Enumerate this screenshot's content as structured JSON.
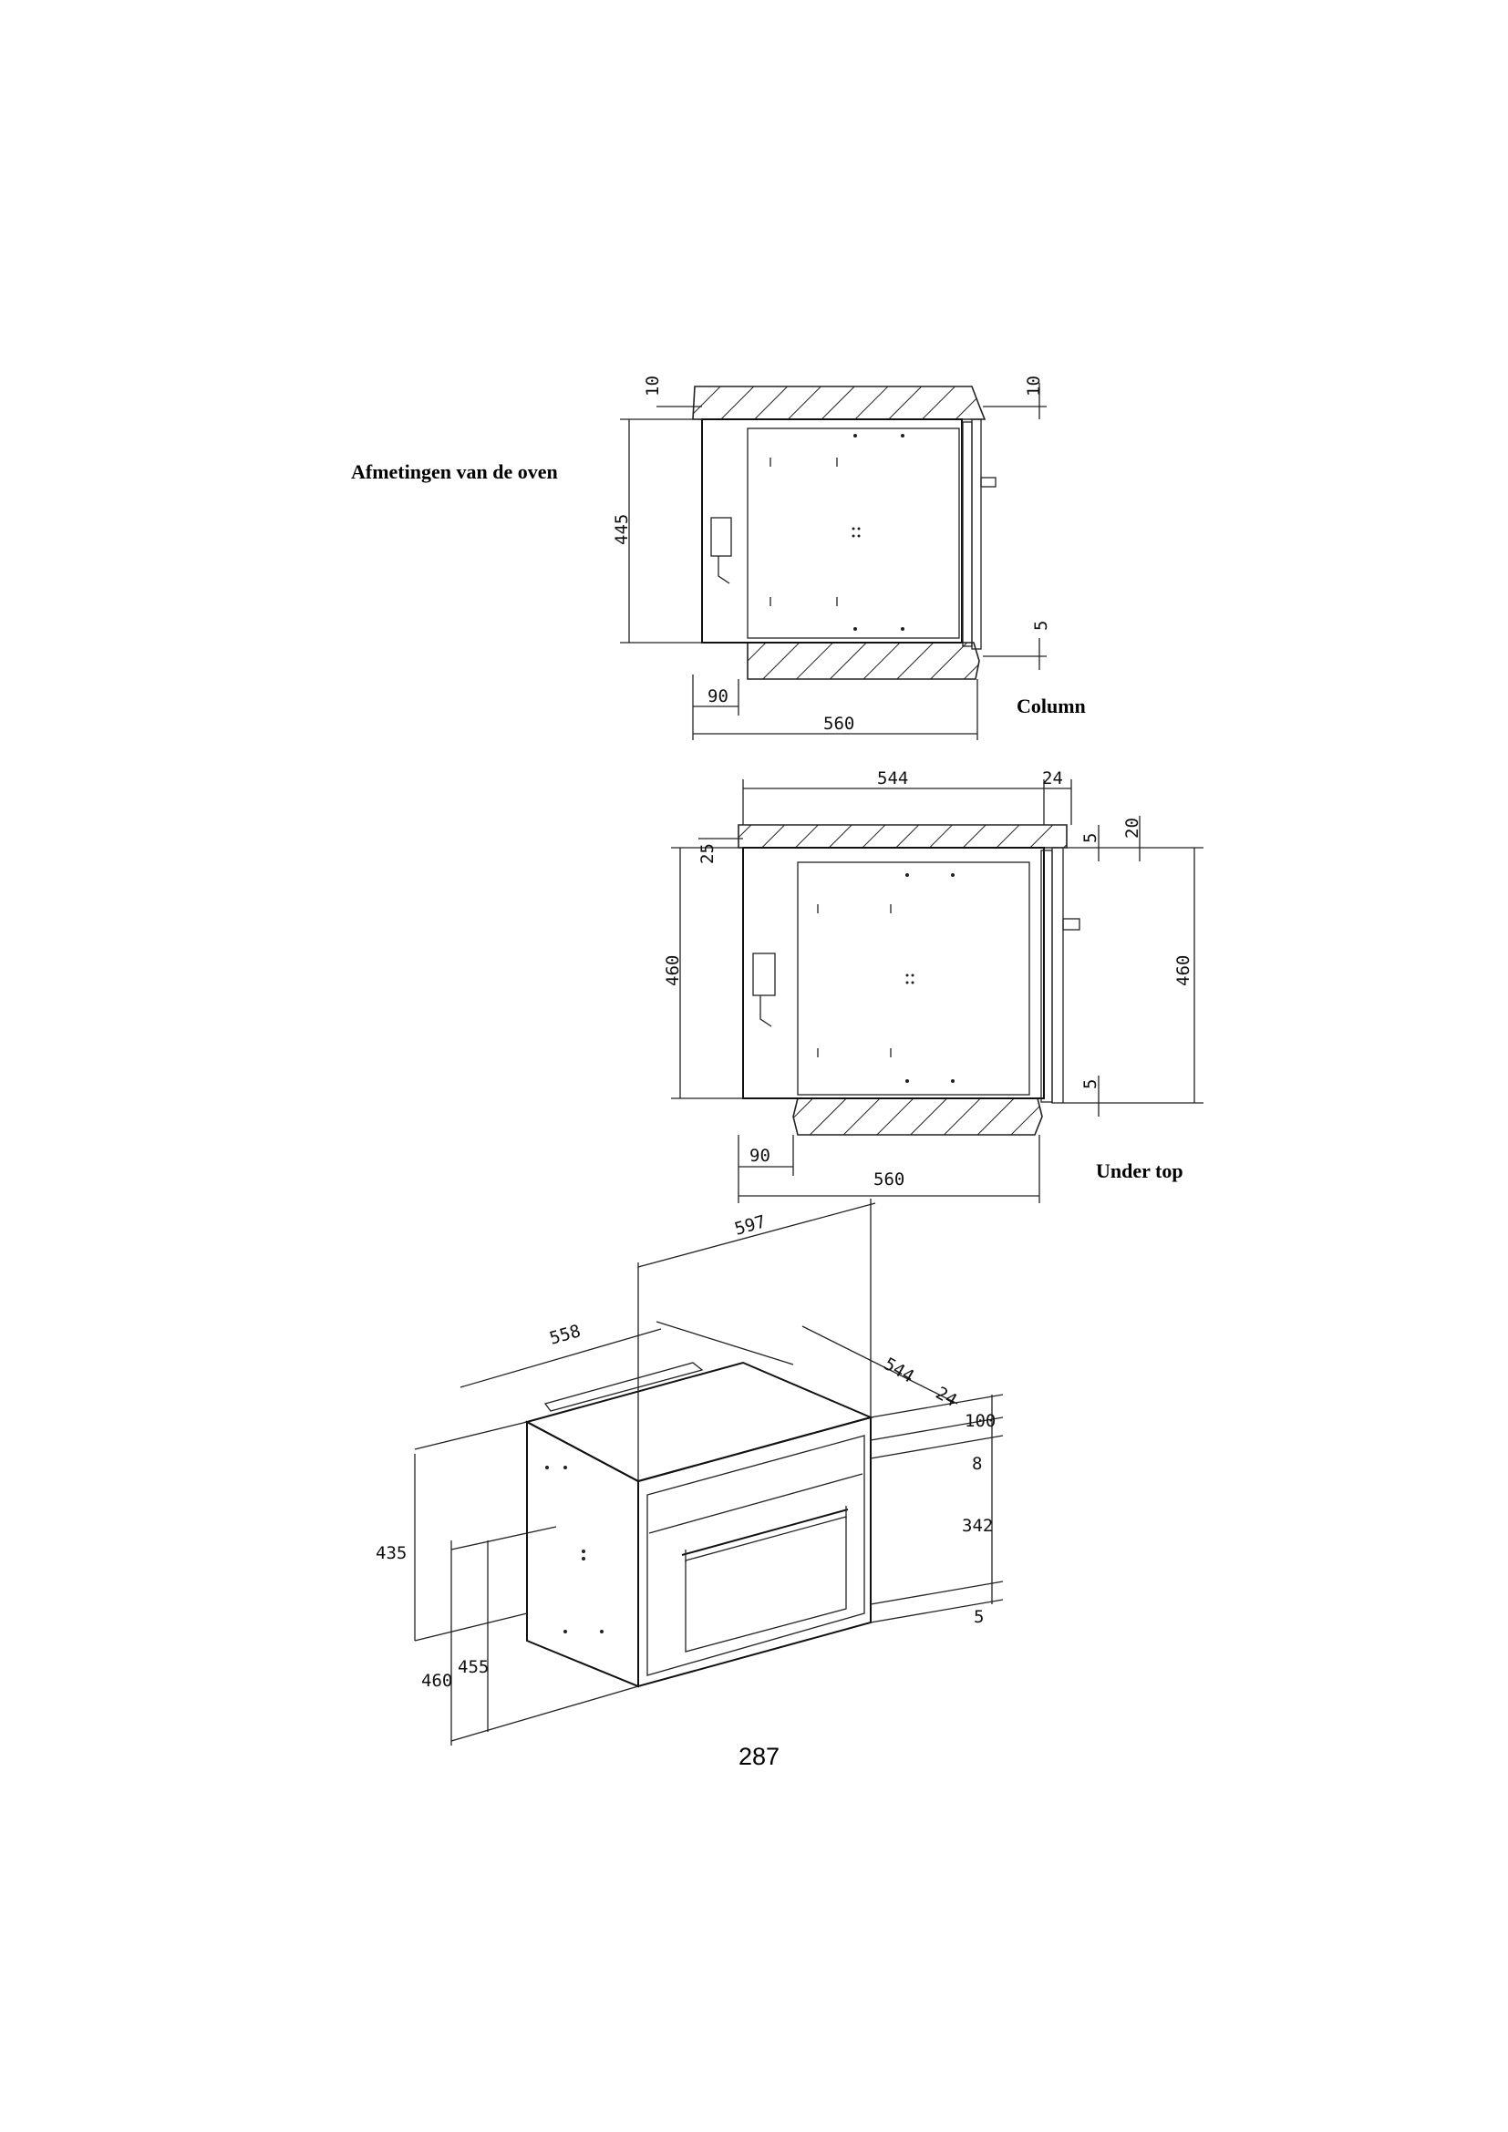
{
  "title": "Afmetingen van de oven",
  "column_label": "Column",
  "under_top_label": "Under top",
  "page_number": "287",
  "column_dims": {
    "top_gap": "10",
    "top_gap_right": "10",
    "height": "445",
    "bottom_gap": "5",
    "depth": "90",
    "width": "560"
  },
  "under_top_dims": {
    "width_top": "544",
    "front": "24",
    "top_gap": "25",
    "right_gap1": "5",
    "right_gap2": "20",
    "height_left": "460",
    "height_right": "460",
    "bottom_gap": "5",
    "depth": "90",
    "width": "560"
  },
  "oven_dims": {
    "width": "597",
    "body_width": "558",
    "depth": "544",
    "front": "24",
    "h100": "100",
    "h8": "8",
    "h342": "342",
    "h5": "5",
    "h435": "435",
    "h460": "460",
    "h455": "455"
  }
}
